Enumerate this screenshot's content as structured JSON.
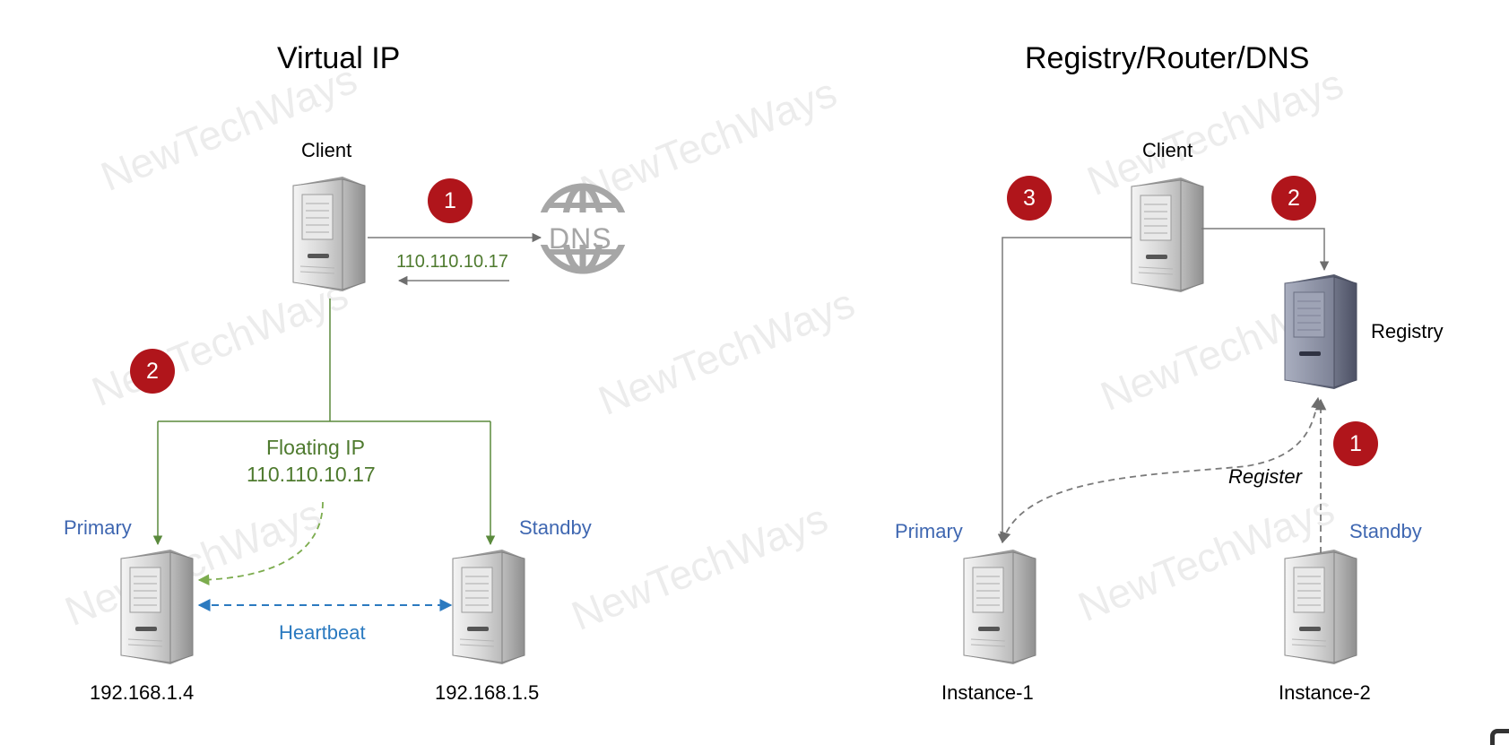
{
  "left": {
    "title": "Virtual IP",
    "client_label": "Client",
    "dns_label": "DNS",
    "dns_response": "110.110.10.17",
    "floating_label": "Floating IP",
    "floating_ip": "110.110.10.17",
    "primary_label": "Primary",
    "standby_label": "Standby",
    "heartbeat_label": "Heartbeat",
    "primary_ip": "192.168.1.4",
    "standby_ip": "192.168.1.5",
    "badge_1": "1",
    "badge_2": "2"
  },
  "right": {
    "title": "Registry/Router/DNS",
    "client_label": "Client",
    "registry_label": "Registry",
    "register_label": "Register",
    "primary_label": "Primary",
    "standby_label": "Standby",
    "instance_1": "Instance-1",
    "instance_2": "Instance-2",
    "badge_1": "1",
    "badge_2": "2",
    "badge_3": "3"
  },
  "watermark": "NewTechWays",
  "colors": {
    "badge": "#b0151b",
    "green_line": "#5a8a3c",
    "heartbeat": "#2b7ac0",
    "label_blue": "#3f67b1",
    "registry_server": "#7a7f94"
  }
}
